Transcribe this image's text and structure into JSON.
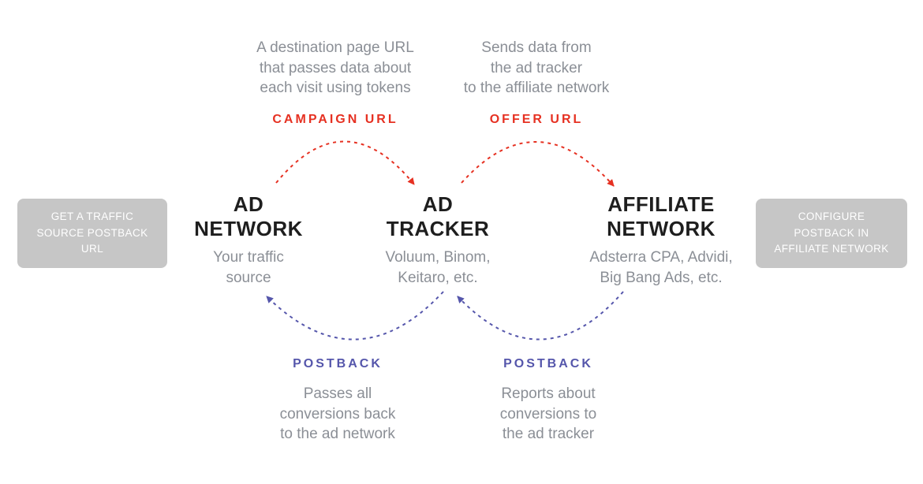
{
  "colors": {
    "red": "#e63122",
    "purple": "#5556ab",
    "box_gray": "#c6c6c6",
    "text_muted": "#8b8f96",
    "text_dark": "#1e1e1e"
  },
  "side_boxes": {
    "left": "GET A TRAFFIC\nSOURCE POSTBACK\nURL",
    "right": "CONFIGURE\nPOSTBACK IN\nAFFILIATE NETWORK"
  },
  "nodes": [
    {
      "title": "AD\nNETWORK",
      "subtitle": "Your traffic\nsource"
    },
    {
      "title": "AD\nTRACKER",
      "subtitle": "Voluum, Binom,\nKeitaro, etc."
    },
    {
      "title": "AFFILIATE\nNETWORK",
      "subtitle": "Adsterra CPA, Advidi,\nBig Bang Ads, etc."
    }
  ],
  "top_flows": [
    {
      "label": "CAMPAIGN URL",
      "description": "A destination page URL\nthat passes data about\neach visit using tokens"
    },
    {
      "label": "OFFER URL",
      "description": "Sends data from\nthe ad tracker\nto the affiliate network"
    }
  ],
  "bottom_flows": [
    {
      "label": "POSTBACK",
      "description": "Passes all\nconversions back\nto the ad network"
    },
    {
      "label": "POSTBACK",
      "description": "Reports about\nconversions to\nthe ad tracker"
    }
  ]
}
